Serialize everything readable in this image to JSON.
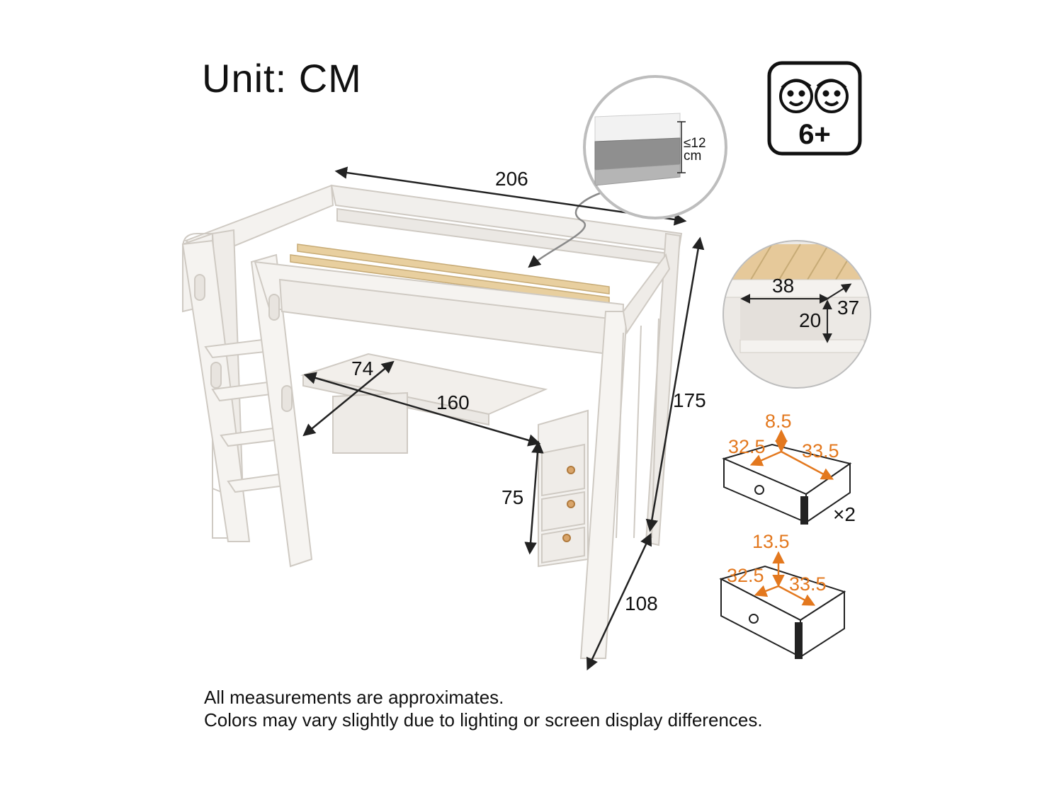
{
  "header": {
    "unit_label": "Unit: CM"
  },
  "age_badge": {
    "label": "6+",
    "icon": "two-kids-faces-icon"
  },
  "mattress_callout": {
    "thickness_label": "≤12",
    "unit_label": "cm"
  },
  "bed_dimensions": {
    "length": "206",
    "height": "175",
    "width": "108",
    "desk_length": "160",
    "desk_depth": "74",
    "desk_height": "75"
  },
  "shelf_callout": {
    "width": "38",
    "depth": "37",
    "height": "20"
  },
  "drawer_small": {
    "height": "8.5",
    "width": "32.5",
    "depth": "33.5",
    "quantity": "×2"
  },
  "drawer_large": {
    "height": "13.5",
    "width": "32.5",
    "depth": "33.5"
  },
  "notes": {
    "line1": "All measurements are approximates.",
    "line2": "Colors may vary slightly due to lighting or screen display differences."
  },
  "colors": {
    "accent": "#e3781e",
    "frame": "#f3f1ee",
    "slats": "#e8cf9f",
    "outline": "#2b2b2b"
  }
}
